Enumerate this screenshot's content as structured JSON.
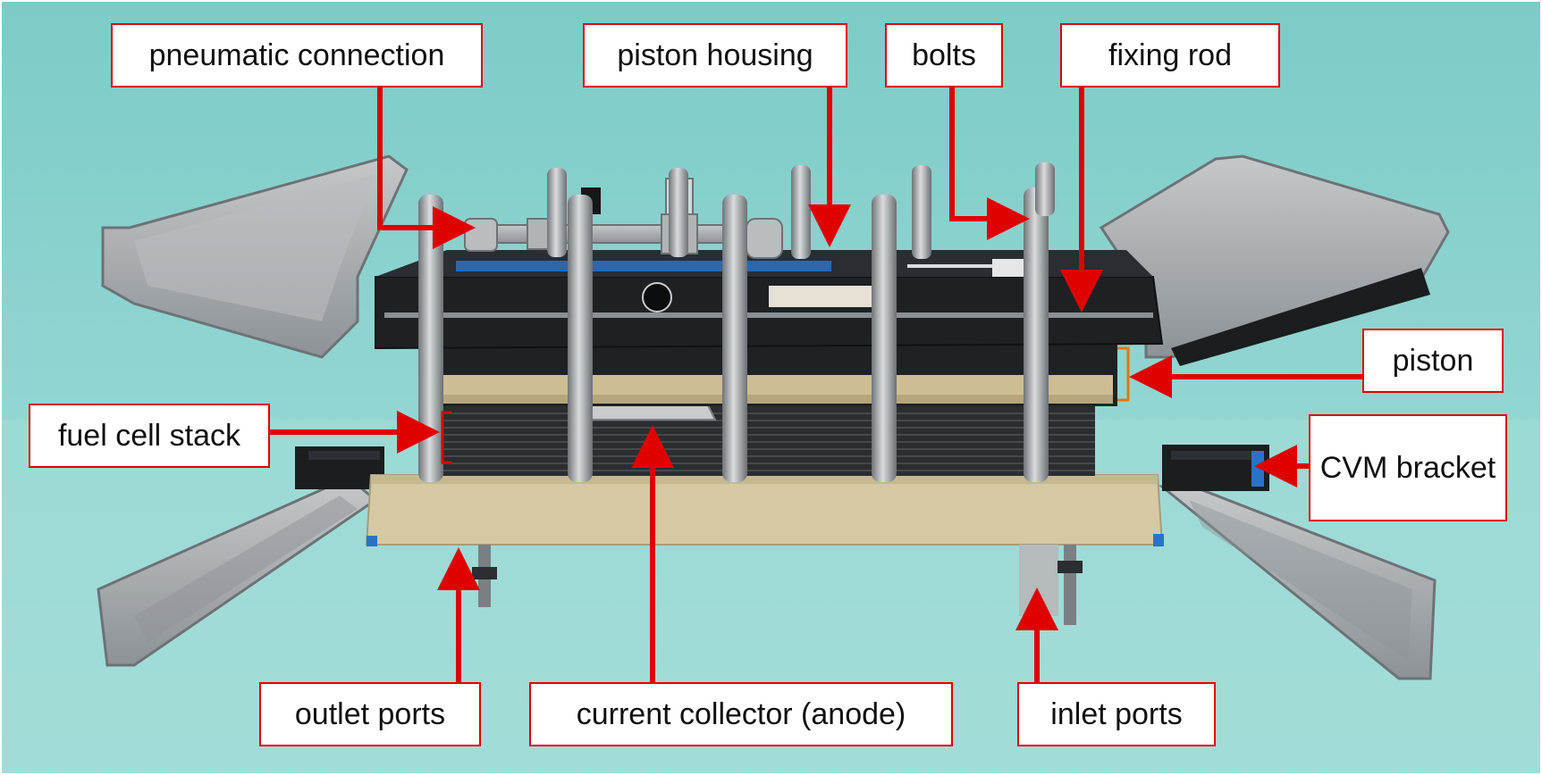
{
  "labels": {
    "pneumatic_connection": "pneumatic connection",
    "piston_housing": "piston housing",
    "bolts": "bolts",
    "fixing_rod": "fixing rod",
    "piston": "piston",
    "fuel_cell_stack": "fuel cell stack",
    "cvm_bracket": "CVM bracket",
    "outlet_ports": "outlet ports",
    "current_collector": "current collector (anode)",
    "inlet_ports": "inlet ports"
  },
  "colors": {
    "background": "#8fd3cf",
    "callout_border": "#e00000",
    "arrow": "#e00000",
    "metal": "#a9adb0",
    "plate_dark": "#1e2124",
    "insulator": "#d8cba3",
    "tape": "#2a72c8"
  }
}
